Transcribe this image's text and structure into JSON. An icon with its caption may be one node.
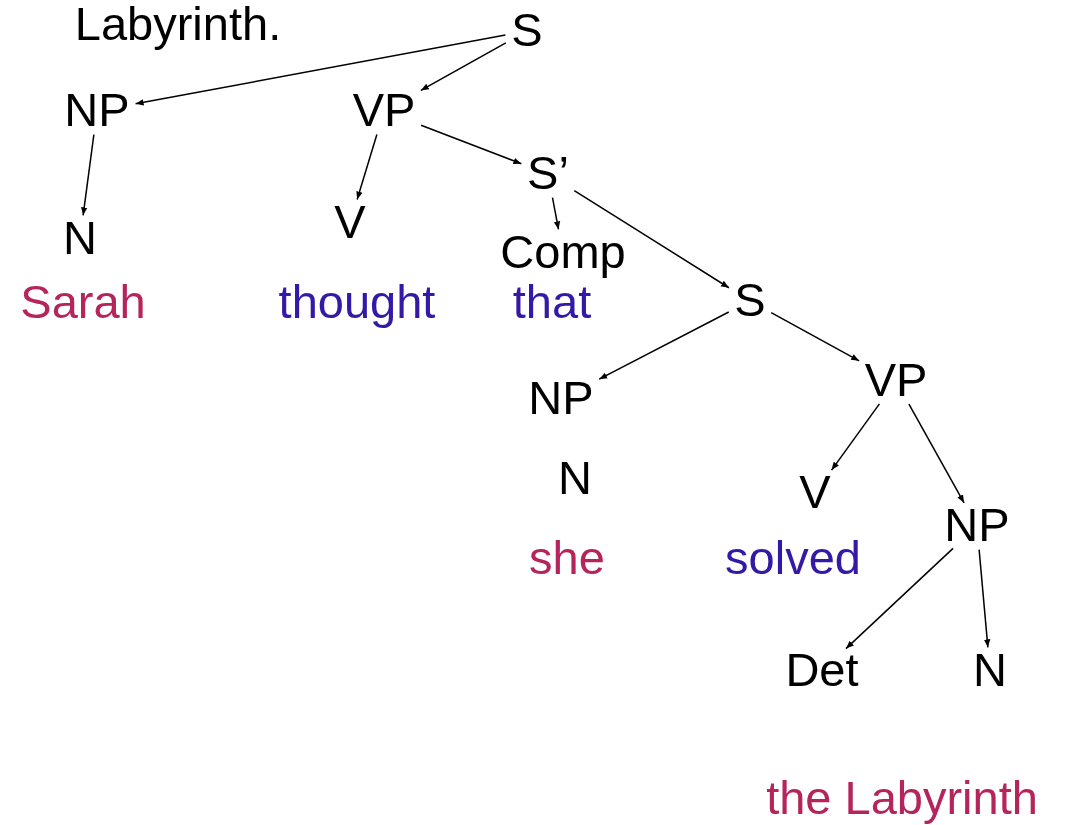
{
  "diagram": {
    "nodes": [
      {
        "text": [
          "S"
        ]
      },
      {
        "text": [
          "NP"
        ]
      },
      {
        "text": [
          "VP"
        ]
      },
      {
        "text": [
          "N"
        ]
      },
      {
        "text": [
          "V"
        ]
      },
      {
        "text": [
          "S’"
        ]
      },
      {
        "text": [
          "Comp"
        ]
      },
      {
        "text": [
          "S"
        ]
      },
      {
        "text": [
          "NP"
        ]
      },
      {
        "text": [
          "VP"
        ]
      },
      {
        "text": [
          "N"
        ]
      },
      {
        "text": [
          "V"
        ]
      },
      {
        "text": [
          "NP"
        ]
      },
      {
        "text": [
          "Det"
        ]
      },
      {
        "text": [
          "N"
        ]
      }
    ],
    "edges": [
      {
        "from": 0,
        "to": 1,
        "arrow": "to"
      },
      {
        "from": 0,
        "to": 2,
        "arrow": "to"
      },
      {
        "from": 1,
        "to": 3,
        "arrow": "to"
      },
      {
        "from": 2,
        "to": 4,
        "arrow": "to"
      },
      {
        "from": 2,
        "to": 5,
        "arrow": "to"
      },
      {
        "from": 5,
        "to": 6,
        "arrow": "to"
      },
      {
        "from": 5,
        "to": 7,
        "arrow": "to"
      },
      {
        "from": 7,
        "to": 8,
        "arrow": "to"
      },
      {
        "from": 7,
        "to": 9,
        "arrow": "to"
      },
      {
        "from": 9,
        "to": 11,
        "arrow": "to"
      },
      {
        "from": 9,
        "to": 12,
        "arrow": "to"
      },
      {
        "from": 12,
        "to": 13,
        "arrow": "to"
      },
      {
        "from": 12,
        "to": 14,
        "arrow": "to"
      }
    ],
    "labels": [
      "Labyrinth.",
      "Sarah",
      "thought",
      "that",
      "she",
      "solved",
      "the Labyrinth"
    ]
  }
}
